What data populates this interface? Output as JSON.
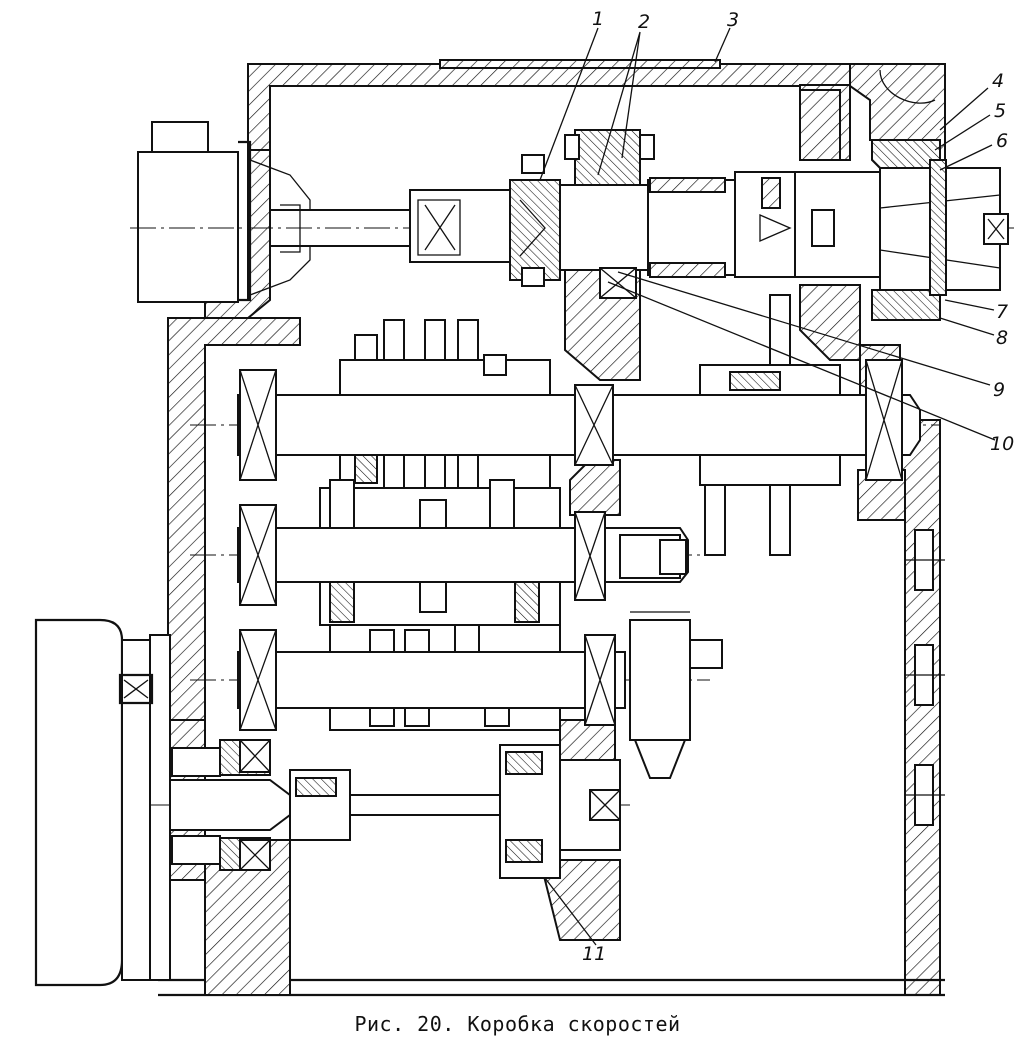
{
  "caption": "Рис. 20. Коробка скоростей",
  "callouts": [
    {
      "id": "c1",
      "label": "1"
    },
    {
      "id": "c2",
      "label": "2"
    },
    {
      "id": "c3",
      "label": "3"
    },
    {
      "id": "c4",
      "label": "4"
    },
    {
      "id": "c5",
      "label": "5"
    },
    {
      "id": "c6",
      "label": "6"
    },
    {
      "id": "c7",
      "label": "7"
    },
    {
      "id": "c8",
      "label": "8"
    },
    {
      "id": "c9",
      "label": "9"
    },
    {
      "id": "c10",
      "label": "10"
    },
    {
      "id": "c11",
      "label": "11"
    }
  ]
}
